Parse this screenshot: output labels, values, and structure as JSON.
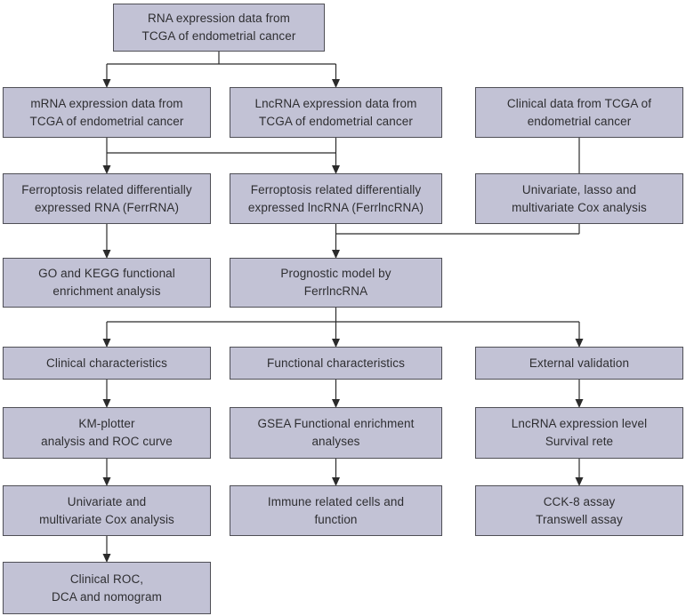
{
  "palette": {
    "bg": "#ffffff",
    "box_fill": "#c2c2d5",
    "box_border": "#4f4f56",
    "text_color": "#2e2e31",
    "line_color": "#2b2b2b"
  },
  "boxes": {
    "rna_expression": {
      "lines": [
        "RNA expression data from",
        "TCGA of endometrial cancer"
      ]
    },
    "mrna_expression": {
      "lines": [
        "mRNA expression data from",
        "TCGA of endometrial cancer"
      ]
    },
    "lncrna_expression": {
      "lines": [
        "LncRNA expression data from",
        "TCGA of endometrial cancer"
      ]
    },
    "clinical_data": {
      "lines": [
        "Clinical data from TCGA of",
        "endometrial cancer"
      ]
    },
    "ferr_rna": {
      "lines": [
        "Ferroptosis related differentially",
        "expressed RNA (FerrRNA)"
      ]
    },
    "ferr_lncrna": {
      "lines": [
        "Ferroptosis related differentially",
        "expressed lncRNA (FerrlncRNA)"
      ]
    },
    "cox_analysis": {
      "lines": [
        "Univariate, lasso and",
        "multivariate Cox analysis"
      ]
    },
    "go_kegg": {
      "lines": [
        "GO and KEGG functional",
        "enrichment analysis"
      ]
    },
    "prognostic_model": {
      "lines": [
        "Prognostic model by",
        "FerrlncRNA"
      ]
    },
    "clinical_characteristics": {
      "lines": [
        "Clinical characteristics"
      ]
    },
    "functional_characteristics": {
      "lines": [
        "Functional characteristics"
      ]
    },
    "external_validation": {
      "lines": [
        "External validation"
      ]
    },
    "km_plotter": {
      "lines": [
        "KM-plotter",
        "analysis and ROC curve"
      ]
    },
    "gsea": {
      "lines": [
        "GSEA Functional enrichment",
        "analyses"
      ]
    },
    "lncrna_level": {
      "lines": [
        "LncRNA expression level",
        "Survival rete"
      ]
    },
    "univariate_multivariate": {
      "lines": [
        "Univariate and",
        "multivariate Cox analysis"
      ]
    },
    "immune_cells": {
      "lines": [
        "Immune related cells and",
        "function"
      ]
    },
    "cck8": {
      "lines": [
        "CCK-8 assay",
        "Transwell assay"
      ]
    },
    "clinical_roc": {
      "lines": [
        "Clinical ROC,",
        "DCA and nomogram"
      ]
    }
  }
}
